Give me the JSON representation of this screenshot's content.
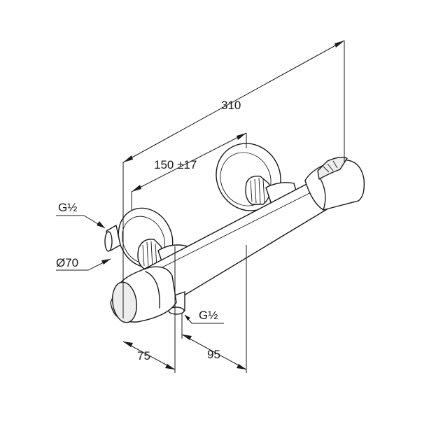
{
  "dimensions": {
    "overall_length": "310",
    "inlet_spacing": "150 ±17",
    "depth_front": "75",
    "depth_outlet": "95",
    "inlet_thread": "G½",
    "outlet_thread": "G½",
    "rosette_diameter": "Ø70"
  },
  "colors": {
    "line": "#1a1a1a",
    "background": "#ffffff"
  }
}
